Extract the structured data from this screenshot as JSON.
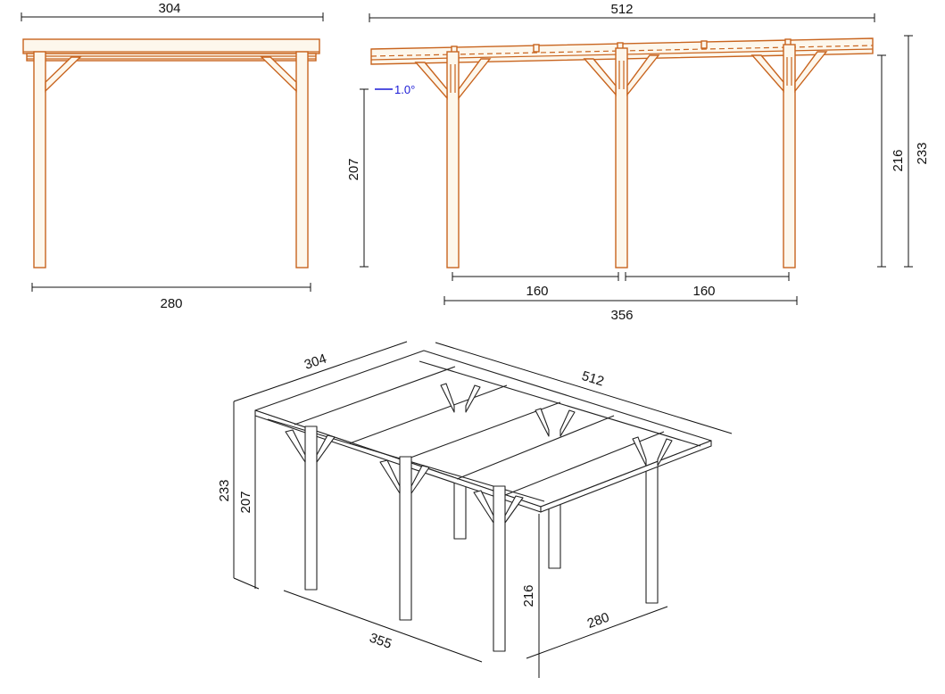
{
  "colors": {
    "wood_outline": "#c8641e",
    "iso_outline": "#222222",
    "angle_marker": "#1a1ad6"
  },
  "front_view": {
    "top_width": "304",
    "bottom_width": "280"
  },
  "side_view": {
    "total_length": "512",
    "height_low": "207",
    "height_high_post": "216",
    "height_high_total": "233",
    "spacing_left": "160",
    "spacing_right": "160",
    "post_span": "356",
    "roof_angle": "1.0°"
  },
  "iso_view": {
    "width": "304",
    "length": "512",
    "height_total": "233",
    "height_low": "207",
    "height_post": "216",
    "depth": "280",
    "post_length": "355"
  }
}
